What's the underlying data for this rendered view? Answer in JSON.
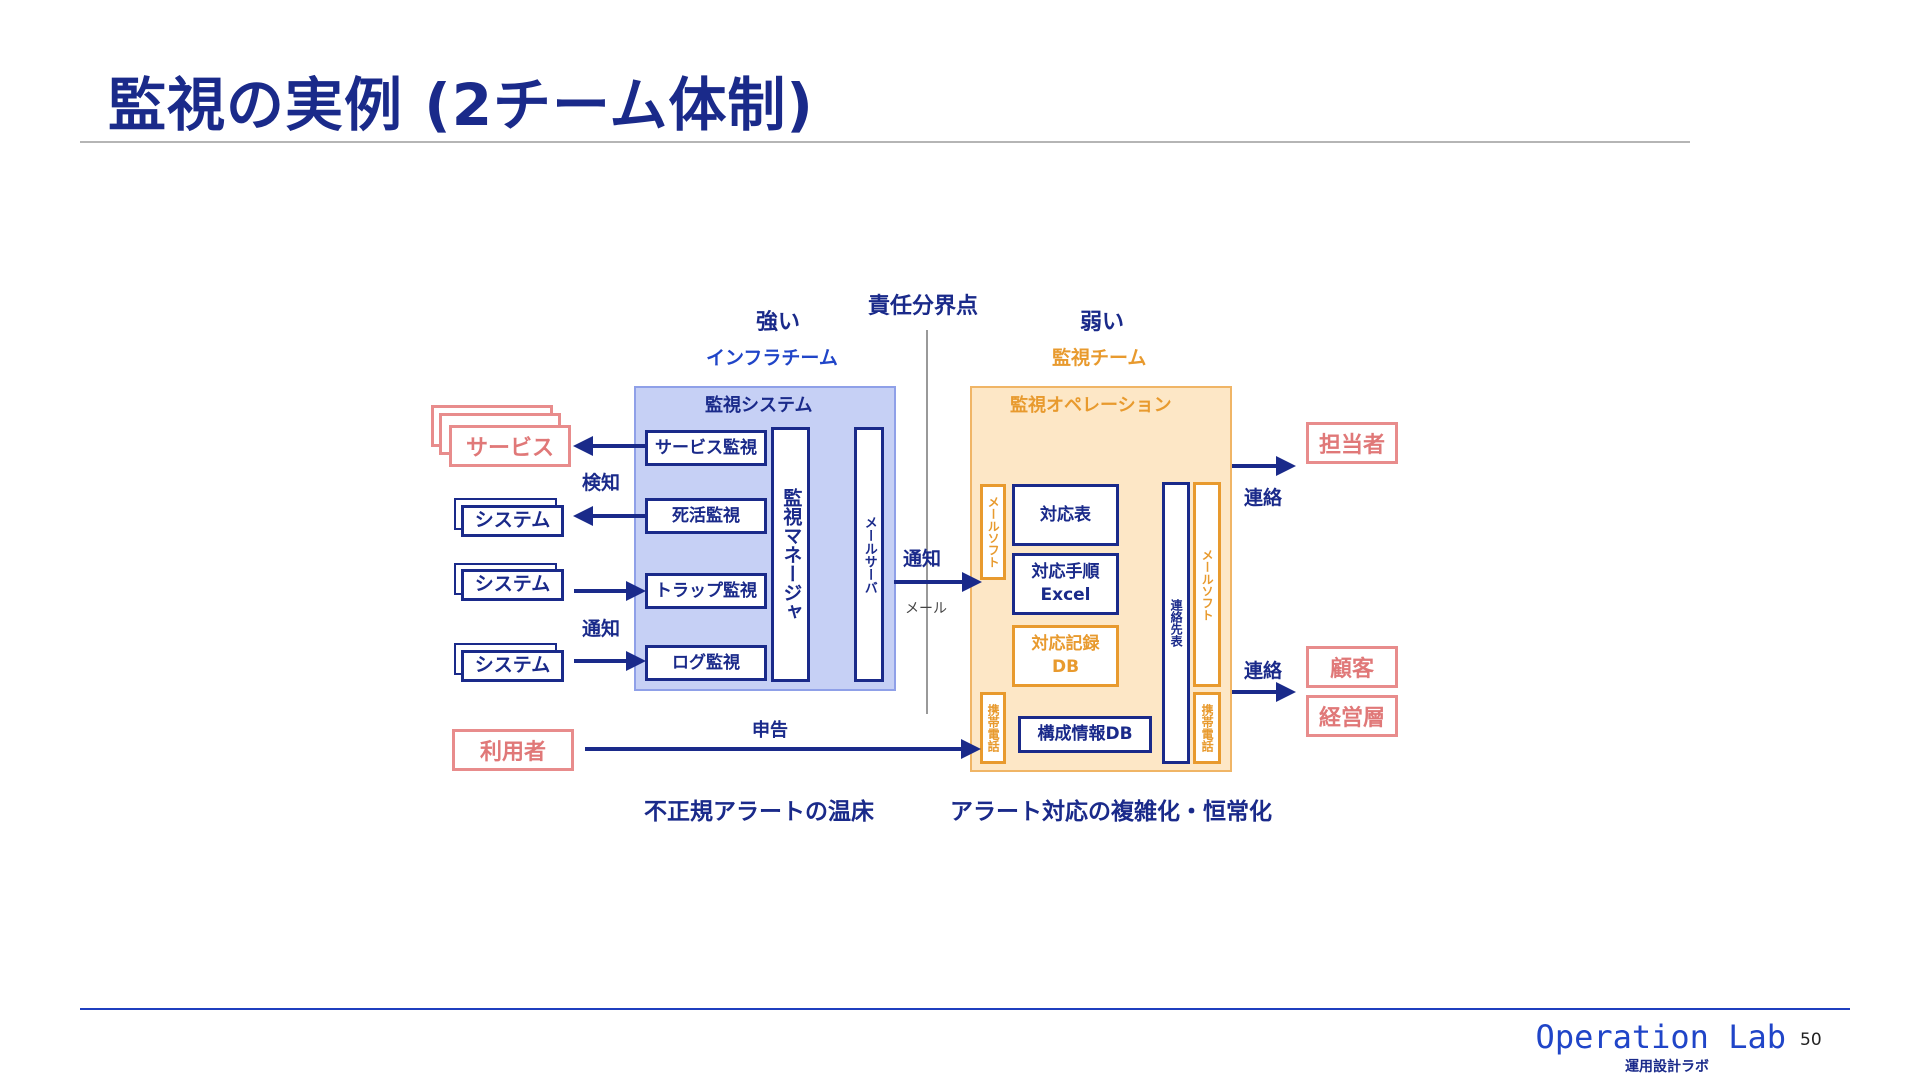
{
  "slide": {
    "title": "監視の実例 (2チーム体制)",
    "page_number": "50",
    "brand": "Operation Lab",
    "brand_sub": "運用設計ラボ"
  },
  "diagram": {
    "boundary_label": "責任分界点",
    "left_strength": "強い",
    "right_strength": "弱い",
    "left_team": "インフラチーム",
    "right_team": "監視チーム",
    "left_caption": "不正規アラートの温床",
    "right_caption": "アラート対応の複雑化・恒常化",
    "sources": {
      "service": "サービス",
      "system1": "システム",
      "system2": "システム",
      "system3": "システム",
      "user": "利用者"
    },
    "arrow_labels": {
      "detect": "検知",
      "notify_in": "通知",
      "notify_out": "通知",
      "mail": "メール",
      "report": "申告",
      "contact1": "連絡",
      "contact2": "連絡"
    },
    "monitoring_system": {
      "title": "監視システム",
      "items": [
        "サービス監視",
        "死活監視",
        "トラップ監視",
        "ログ監視"
      ],
      "manager": "監視マネージャ",
      "mail_server": "メールサーバ"
    },
    "monitoring_operation": {
      "title": "監視オペレーション",
      "mail_soft_left": "メールソフト",
      "mobile_left": "携帯電話",
      "response_table": "対応表",
      "procedure_line1": "対応手順",
      "procedure_line2": "Excel",
      "record_line1": "対応記録",
      "record_line2": "DB",
      "cmdb": "構成情報DB",
      "contact_list": "連絡先表",
      "mail_soft_right": "メールソフト",
      "mobile_right": "携帯電話"
    },
    "recipients": {
      "owner": "担当者",
      "customer": "顧客",
      "management": "経営層"
    }
  },
  "colors": {
    "navy": "#1a2a8a",
    "blue_panel": "#c6d0f5",
    "orange": "#e89a2e",
    "orange_panel": "#fde7c6",
    "pink": "#e88c8c",
    "brand_blue": "#2045c8"
  }
}
